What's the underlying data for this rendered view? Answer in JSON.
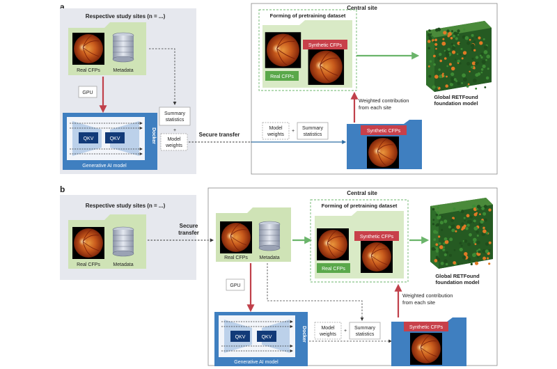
{
  "panel_a": {
    "letter": "a",
    "sites_title": "Respective study sites (n = ...)",
    "real_cfps": "Real CFPs",
    "metadata": "Metadata",
    "gpu": "GPU",
    "qkv": "QKV",
    "docker": "Docker",
    "gen_ai": "Generative AI model",
    "summary_statistics": [
      "Summary",
      "statistics"
    ],
    "model_weights": [
      "Model",
      "weights"
    ],
    "plus": "+",
    "secure_transfer": "Secure transfer",
    "central_site": "Central site",
    "forming_title": "Forming of pretraining dataset",
    "synthetic_cfps": "Synthetic CFPs",
    "weighted_contribution": [
      "Weighted contribution",
      "from each site"
    ],
    "global_model": [
      "Global RETFound",
      "foundation model"
    ]
  },
  "panel_b": {
    "letter": "b",
    "sites_title": "Respective study sites (n = ...)",
    "secure_transfer": [
      "Secure",
      "transfer"
    ],
    "central_site": "Central site",
    "real_cfps": "Real CFPs",
    "metadata": "Metadata",
    "forming_title": "Forming of pretraining dataset",
    "synthetic_cfps": "Synthetic CFPs",
    "global_model": [
      "Global RETFound",
      "foundation model"
    ],
    "gpu": "GPU",
    "weighted_contribution": [
      "Weighted contribution",
      "from each site"
    ],
    "qkv": "QKV",
    "docker": "Docker",
    "gen_ai": "Generative AI model",
    "model_weights": [
      "Model",
      "weights"
    ],
    "plus": "+",
    "summary_statistics": [
      "Summary",
      "statistics"
    ]
  },
  "colors": {
    "site_bg": "#e6e8ee",
    "folder_green": "#cfe3b6",
    "forming_green": "#d9eac6",
    "arrow_red": "#c0404a",
    "arrow_green": "#6ab46a",
    "docker_blue": "#3f7fc0",
    "qkv_navy": "#123a78",
    "transfer_blue": "#2e6da4",
    "label_red": "#c8404a",
    "label_green": "#5aa84a",
    "cube_green": "#2f6e2a",
    "cube_orange": "#e07a25"
  }
}
